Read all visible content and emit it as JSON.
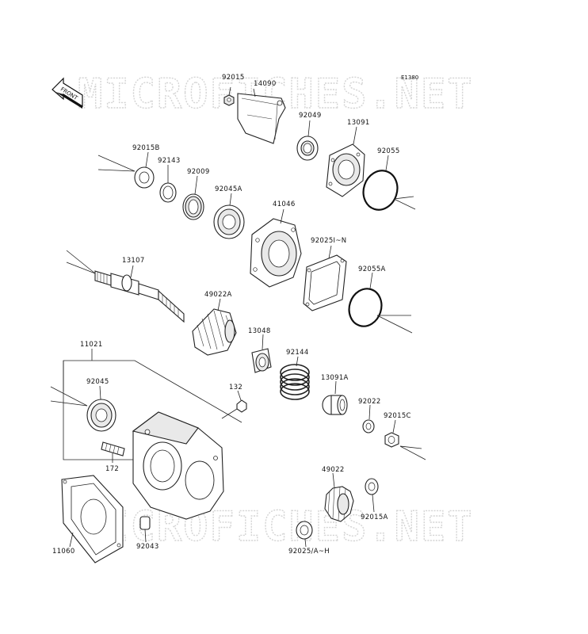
{
  "diagram_code": "E1380",
  "front_label": "FRONT",
  "watermark_top": "MICROFICHES.NET",
  "watermark_bottom": "MICROFICHES.NET",
  "parts": {
    "p92015": "92015",
    "p14090": "14090",
    "p92049": "92049",
    "p13091": "13091",
    "p92055": "92055",
    "p92015B": "92015B",
    "p92143": "92143",
    "p92009": "92009",
    "p92045A": "92045A",
    "p41046": "41046",
    "p92025IN": "92025I~N",
    "p13107": "13107",
    "p92055A": "92055A",
    "p49022A": "49022A",
    "p13048": "13048",
    "p92144": "92144",
    "p11021": "11021",
    "p92045": "92045",
    "p132": "132",
    "p13091A": "13091A",
    "p92022": "92022",
    "p92015C": "92015C",
    "p172": "172",
    "p49022": "49022",
    "p92015A": "92015A",
    "p92043": "92043",
    "p11060": "11060",
    "p92025AH": "92025/A~H"
  }
}
